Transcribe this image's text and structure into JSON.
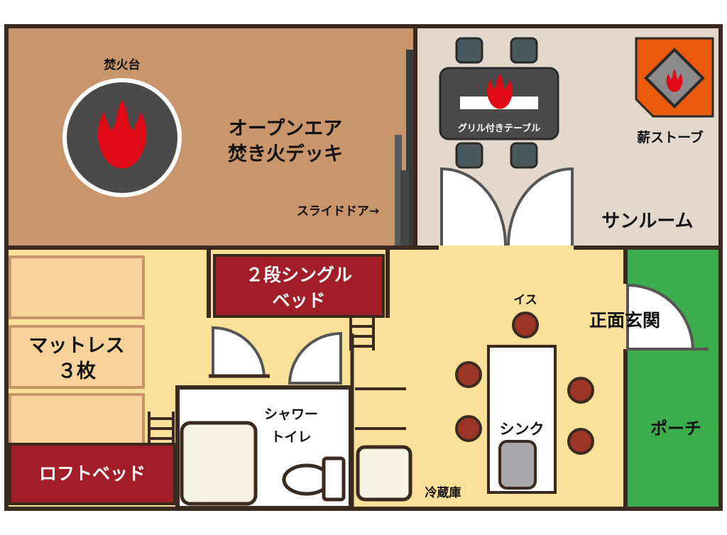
{
  "floorplan": {
    "labels": {
      "firepit": "焚火台",
      "deck_line1": "オープンエア",
      "deck_line2": "焚き火デッキ",
      "slide_door": "スライドドア→",
      "grill_table": "グリル付きテーブル",
      "wood_stove": "薪ストーブ",
      "sunroom": "サンルーム",
      "bunk_line1": "２段シングル",
      "bunk_line2": "ベッド",
      "mattress_line1": "マットレス",
      "mattress_line2": "３枚",
      "shower_line1": "シャワー",
      "shower_line2": "トイレ",
      "chair": "イス",
      "entrance": "正面玄関",
      "sink": "シンク",
      "porch": "ポーチ",
      "fridge": "冷蔵庫",
      "loft_bed": "ロフトベッド"
    },
    "colors": {
      "wall": "#3a2a20",
      "deck": "#c8966a",
      "sunroom": "#e4d8cc",
      "interior": "#fbe09a",
      "mattress": "#f7d29a",
      "bed": "#a11d28",
      "porch": "#3cad4b",
      "stove": "#ea5a0c",
      "chair": "#9b3626",
      "dark": "#4a4a4a",
      "flame": "#e00a16",
      "white": "#ffffff"
    },
    "icons": [
      "flame-icon",
      "chair-icon",
      "ladder-icon",
      "toilet-icon",
      "door-swing-icon"
    ]
  }
}
